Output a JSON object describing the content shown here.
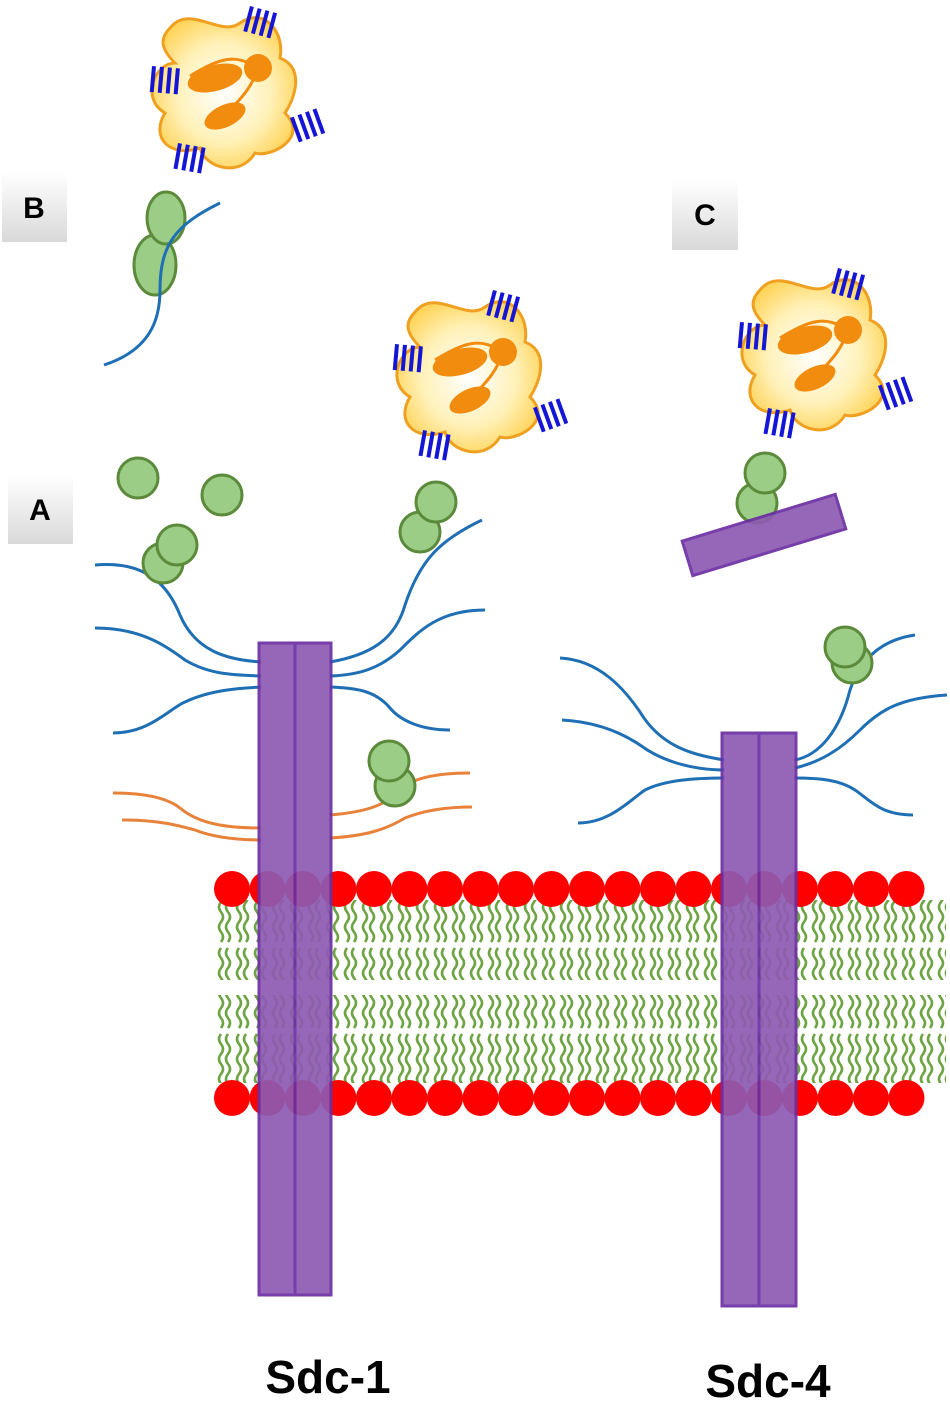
{
  "panels": {
    "a": "A",
    "b": "B",
    "c": "C"
  },
  "captions": {
    "sdc1": "Sdc-1",
    "sdc4": "Sdc-4"
  },
  "colors": {
    "core_protein": "#8e5bb2",
    "core_protein_stroke": "#6b2ea3",
    "heparan_sulfate_chain": "#1f6fb5",
    "chondroitin_sulfate_chain": "#e8823a",
    "ligand_fill": "#9ccd86",
    "ligand_stroke": "#5b8a3a",
    "lipid_head": "#ff0000",
    "lipid_tail": "#6ea443",
    "cell_body": "#ffd45a",
    "cell_outline": "#f0a020",
    "cell_nucleus": "#f28c0f",
    "receptor": "#1515d6"
  }
}
